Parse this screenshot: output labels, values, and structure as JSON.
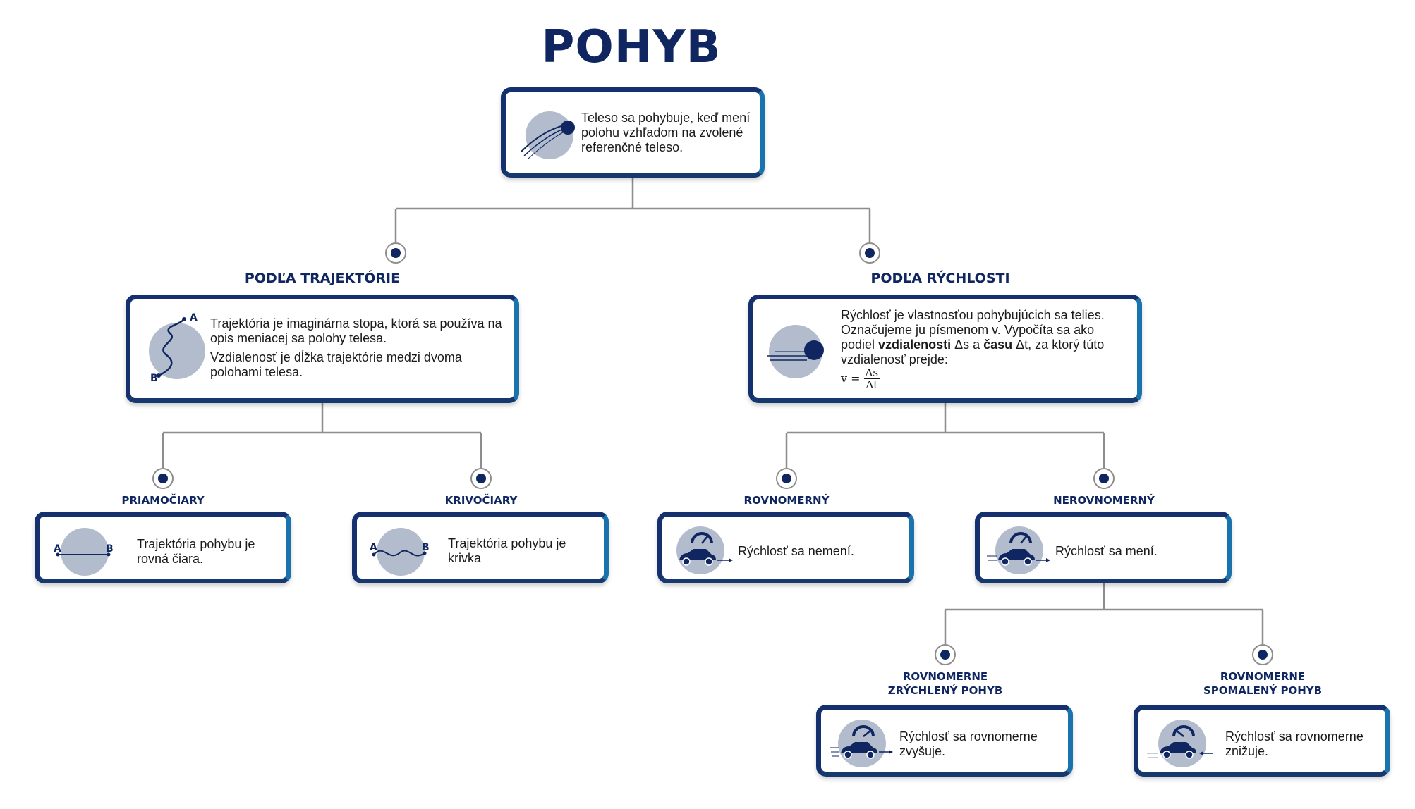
{
  "title": "POHYB",
  "root": {
    "text": "Teleso sa pohybuje, keď mení polohu vzhľadom na zvolené  referenčné teleso."
  },
  "branches": {
    "trajectory": {
      "heading": "PODĽA TRAJEKTÓRIE",
      "text1": "Trajektória je imaginárna stopa, ktorá sa používa na opis meniacej sa polohy telesa.",
      "text2": "Vzdialenosť je dĺžka trajektórie medzi dvoma polohami telesa.",
      "label_a": "A",
      "label_b": "B"
    },
    "speed": {
      "heading": "PODĽA RÝCHLOSTI",
      "line1": "Rýchlosť je vlastnosťou pohybujúcich sa telies. Označujeme ju písmenom v. Vypočíta sa ako podiel ",
      "bold1": "vzdialenosti",
      "mid1": " Δs a ",
      "bold2": "času",
      "line2": " Δt, za ktorý túto vzdialenosť prejde:",
      "formula_v": "v =",
      "formula_num": "Δs",
      "formula_den": "Δt"
    }
  },
  "leaves": {
    "straight": {
      "heading": "PRIAMOČIARY",
      "text": "Trajektória pohybu je rovná čiara.",
      "label_a": "A",
      "label_b": "B"
    },
    "curved": {
      "heading": "KRIVOČIARY",
      "text": "Trajektória pohybu je krivka",
      "label_a": "A",
      "label_b": "B"
    },
    "uniform": {
      "heading": "ROVNOMERNÝ",
      "text": "Rýchlosť sa nemení."
    },
    "nonuniform": {
      "heading": "NEROVNOMERNÝ",
      "text": "Rýchlosť sa mení."
    },
    "accelerated": {
      "heading_line1": "ROVNOMERNE",
      "heading_line2": "ZRÝCHLENÝ POHYB",
      "text": "Rýchlosť sa rovnomerne zvyšuje."
    },
    "decelerated": {
      "heading_line1": "ROVNOMERNE",
      "heading_line2": "SPOMALENÝ POHYB",
      "text": "Rýchlosť  sa rovnomerne znižuje."
    }
  },
  "colors": {
    "navy": "#0f2660",
    "blue": "#1b73ad",
    "icon_bg": "#b3bccd",
    "connector": "#8d8d8d"
  }
}
